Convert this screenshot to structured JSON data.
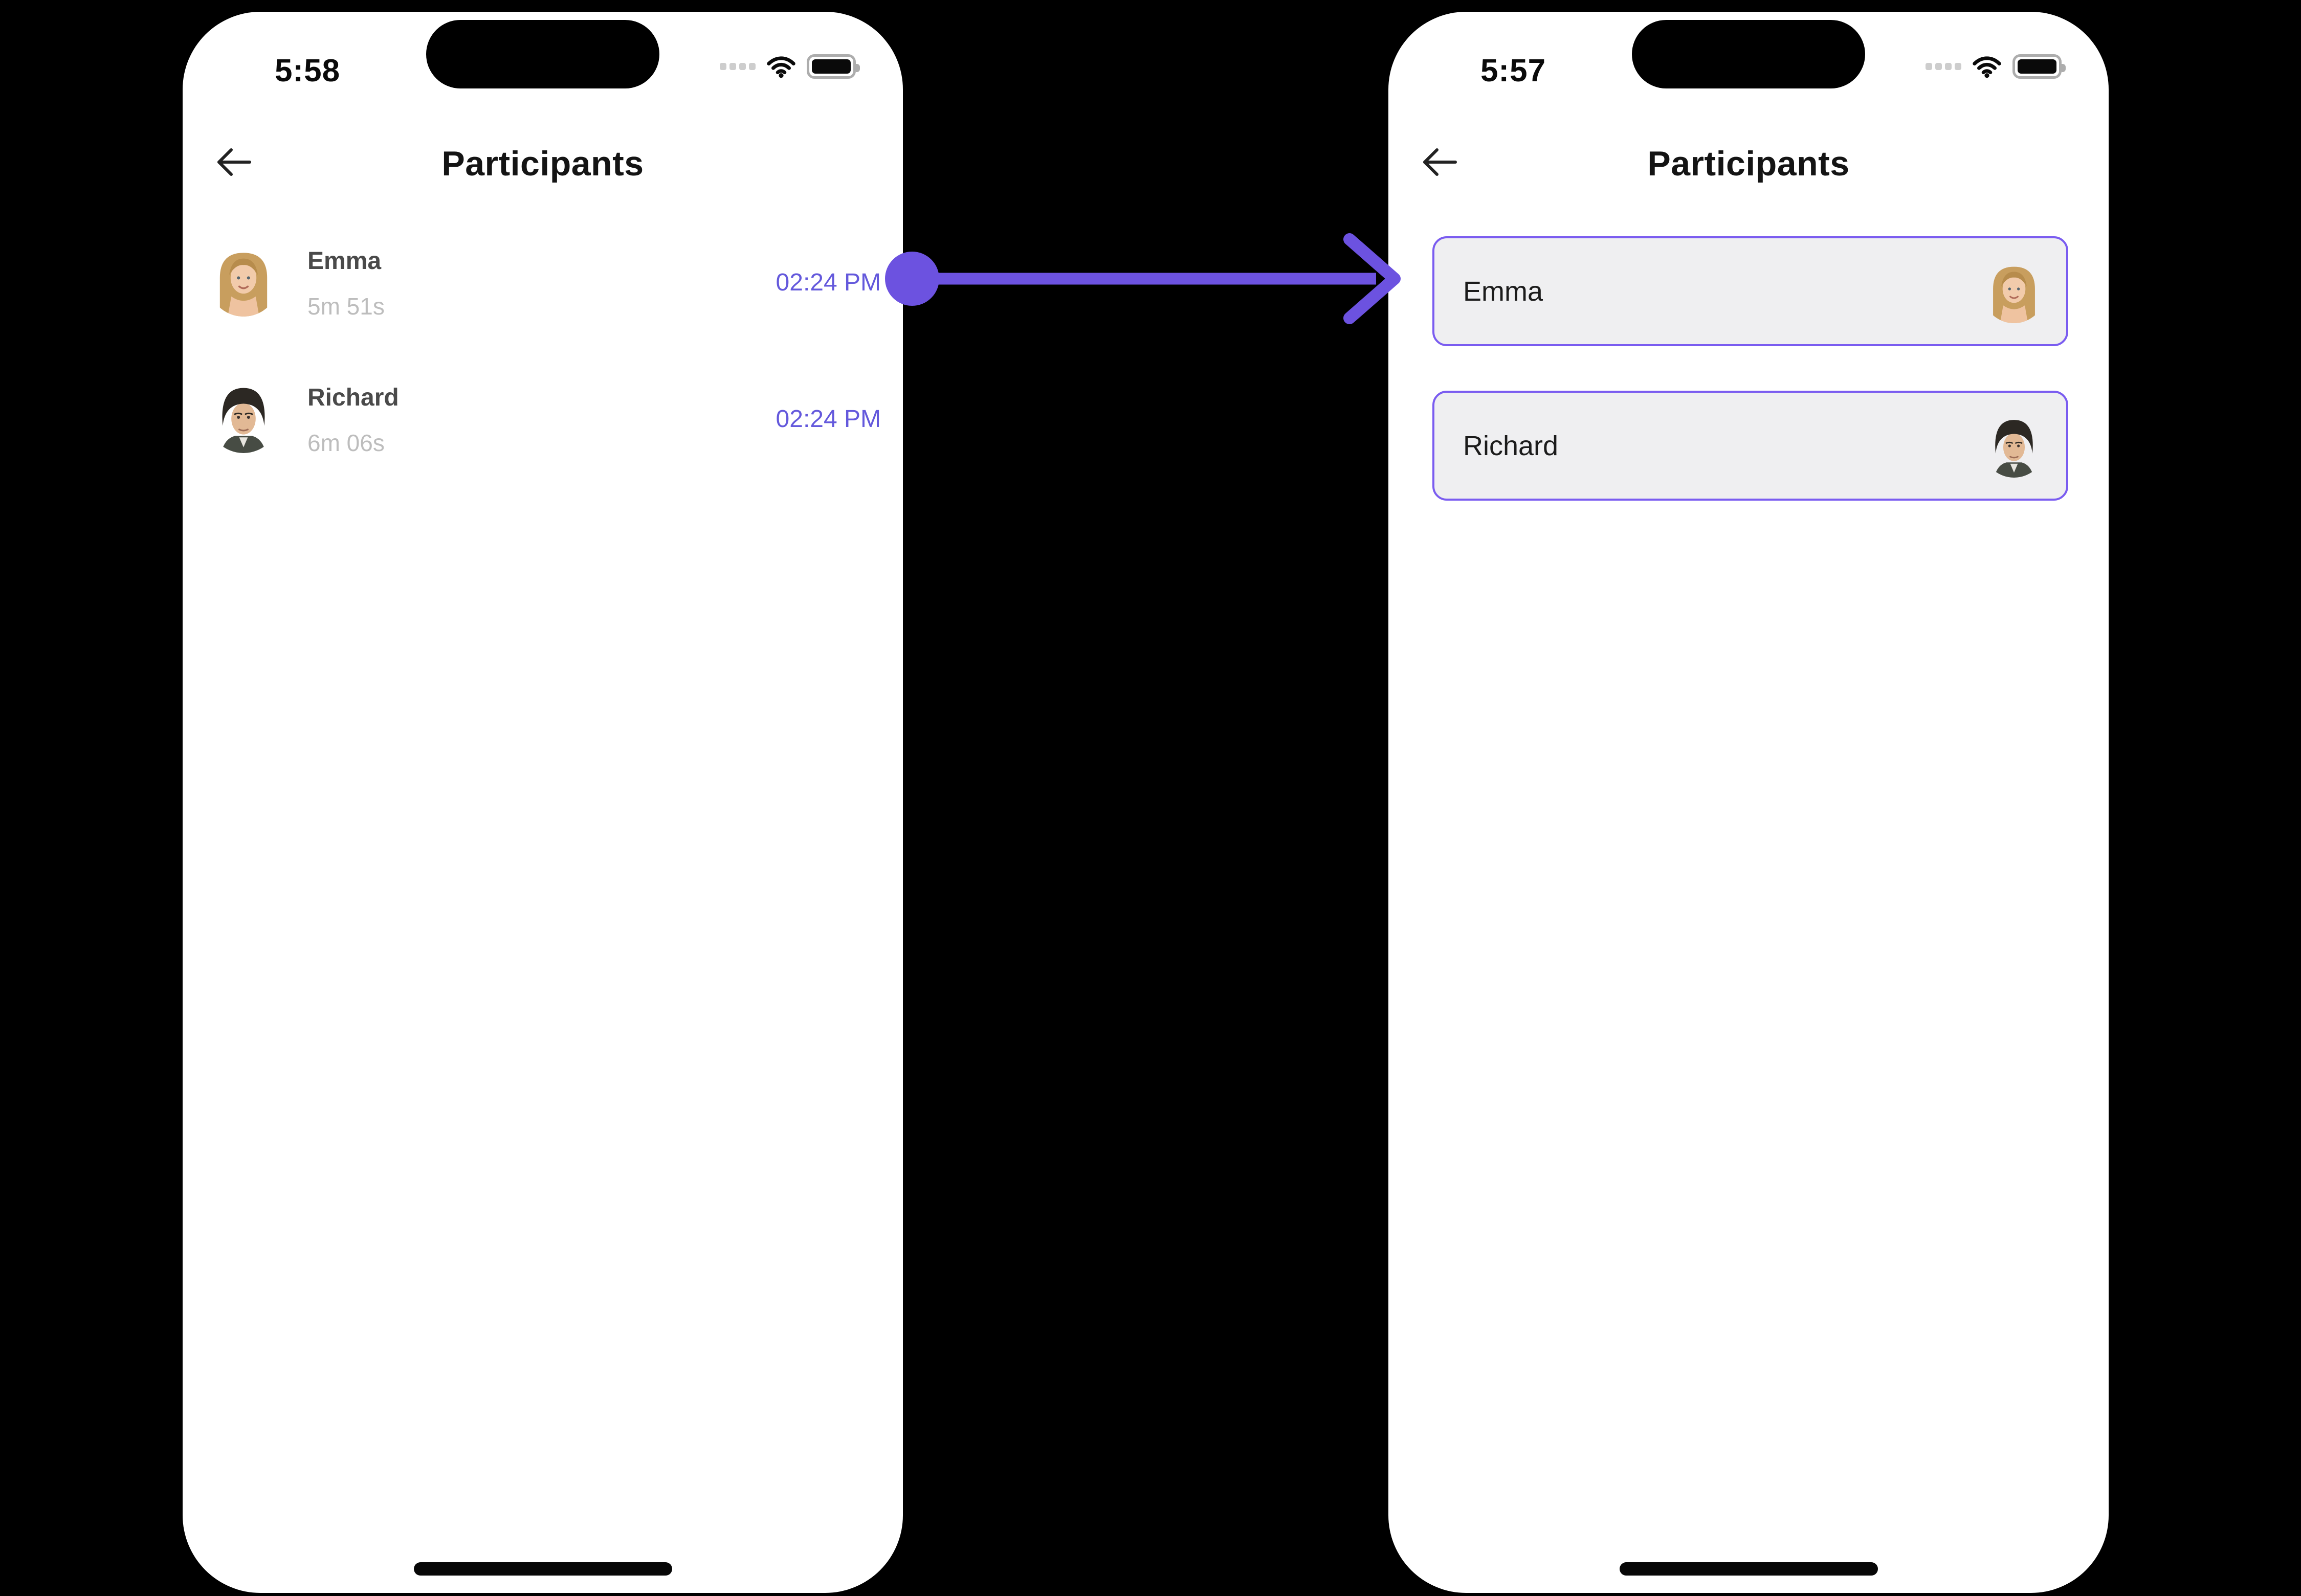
{
  "colors": {
    "background": "#000000",
    "phone_body": "#ffffff",
    "arrow_accent": "#6c52e0",
    "timestamp_purple": "#6459dc",
    "card_border_purple": "#7a5cf0",
    "card_background": "#efeff1"
  },
  "left_phone": {
    "status_bar": {
      "time": "5:58",
      "icons": [
        "cellular-dots-icon",
        "wifi-icon",
        "battery-icon"
      ]
    },
    "header": {
      "back_icon": "arrow-left-icon",
      "title": "Participants"
    },
    "participants": [
      {
        "name": "Emma",
        "duration": "5m 51s",
        "timestamp": "02:24 PM",
        "avatar": "emma-avatar"
      },
      {
        "name": "Richard",
        "duration": "6m 06s",
        "timestamp": "02:24 PM",
        "avatar": "richard-avatar"
      }
    ]
  },
  "right_phone": {
    "status_bar": {
      "time": "5:57",
      "icons": [
        "cellular-dots-icon",
        "wifi-icon",
        "battery-icon"
      ]
    },
    "header": {
      "back_icon": "arrow-left-icon",
      "title": "Participants"
    },
    "participants": [
      {
        "name": "Emma",
        "avatar": "emma-avatar"
      },
      {
        "name": "Richard",
        "avatar": "richard-avatar"
      }
    ]
  }
}
